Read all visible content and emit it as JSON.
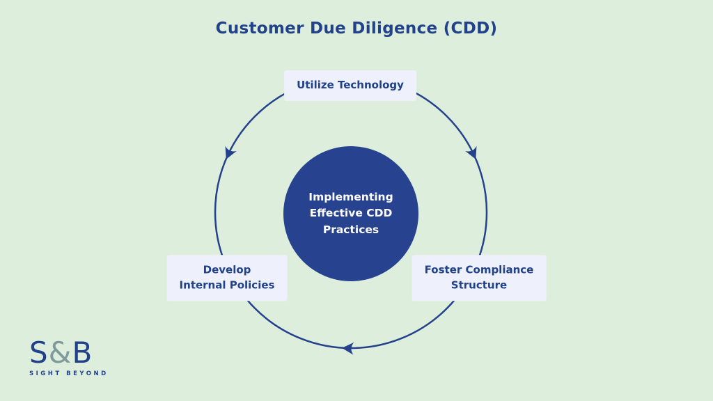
{
  "title": "Customer Due Diligence (CDD)",
  "center_circle": {
    "line1": "Implementing",
    "line2": "Effective CDD",
    "line3": "Practices"
  },
  "nodes": {
    "top": {
      "label": "Utilize Technology"
    },
    "left": {
      "line1": "Develop",
      "line2": "Internal Policies"
    },
    "right": {
      "line1": "Foster Compliance",
      "line2": "Structure"
    }
  },
  "logo": {
    "letter_s": "S",
    "ampersand": "&",
    "letter_b": "B",
    "tagline": "SIGHT BEYOND"
  },
  "colors": {
    "background": "#ddeedd",
    "navy": "#21418a",
    "circle_fill": "#27438f",
    "node_background": "#eef1fb",
    "ampersand_gray": "#7f9b99"
  }
}
